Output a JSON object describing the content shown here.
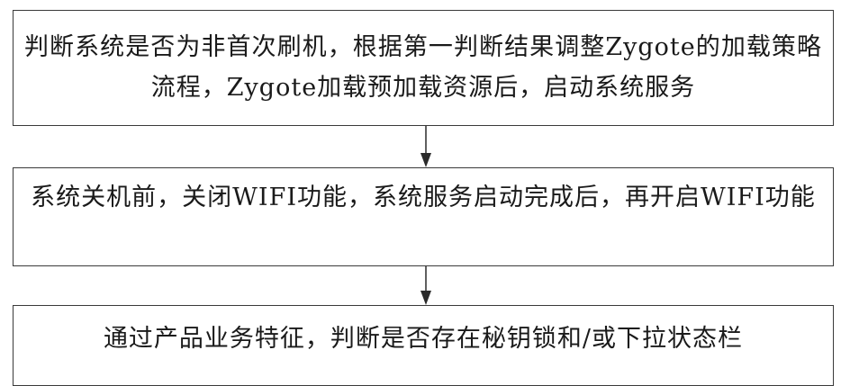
{
  "diagram": {
    "steps": [
      {
        "text": "判断系统是否为非首次刷机，根据第一判断结果调整Zygote的加载策略流程，Zygote加载预加载资源后，启动系统服务"
      },
      {
        "text": "系统关机前，关闭WIFI功能，系统服务启动完成后，再开启WIFI功能"
      },
      {
        "text": "通过产品业务特征，判断是否存在秘钥锁和/或下拉状态栏"
      }
    ]
  }
}
